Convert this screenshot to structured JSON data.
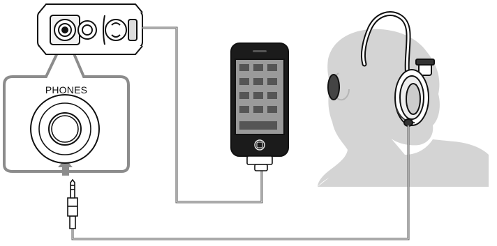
{
  "callout": {
    "jack_label": "PHONES"
  },
  "colors": {
    "outline": "#111111",
    "callout_gray": "#8c8c8c",
    "head_silhouette": "#d4d4d4",
    "cable": "#555555"
  },
  "icons": [
    "amplifier-device",
    "phones-jack",
    "smartphone",
    "dock-connector",
    "stereo-mini-plug",
    "headphones",
    "head-silhouette",
    "insert-arrow"
  ]
}
